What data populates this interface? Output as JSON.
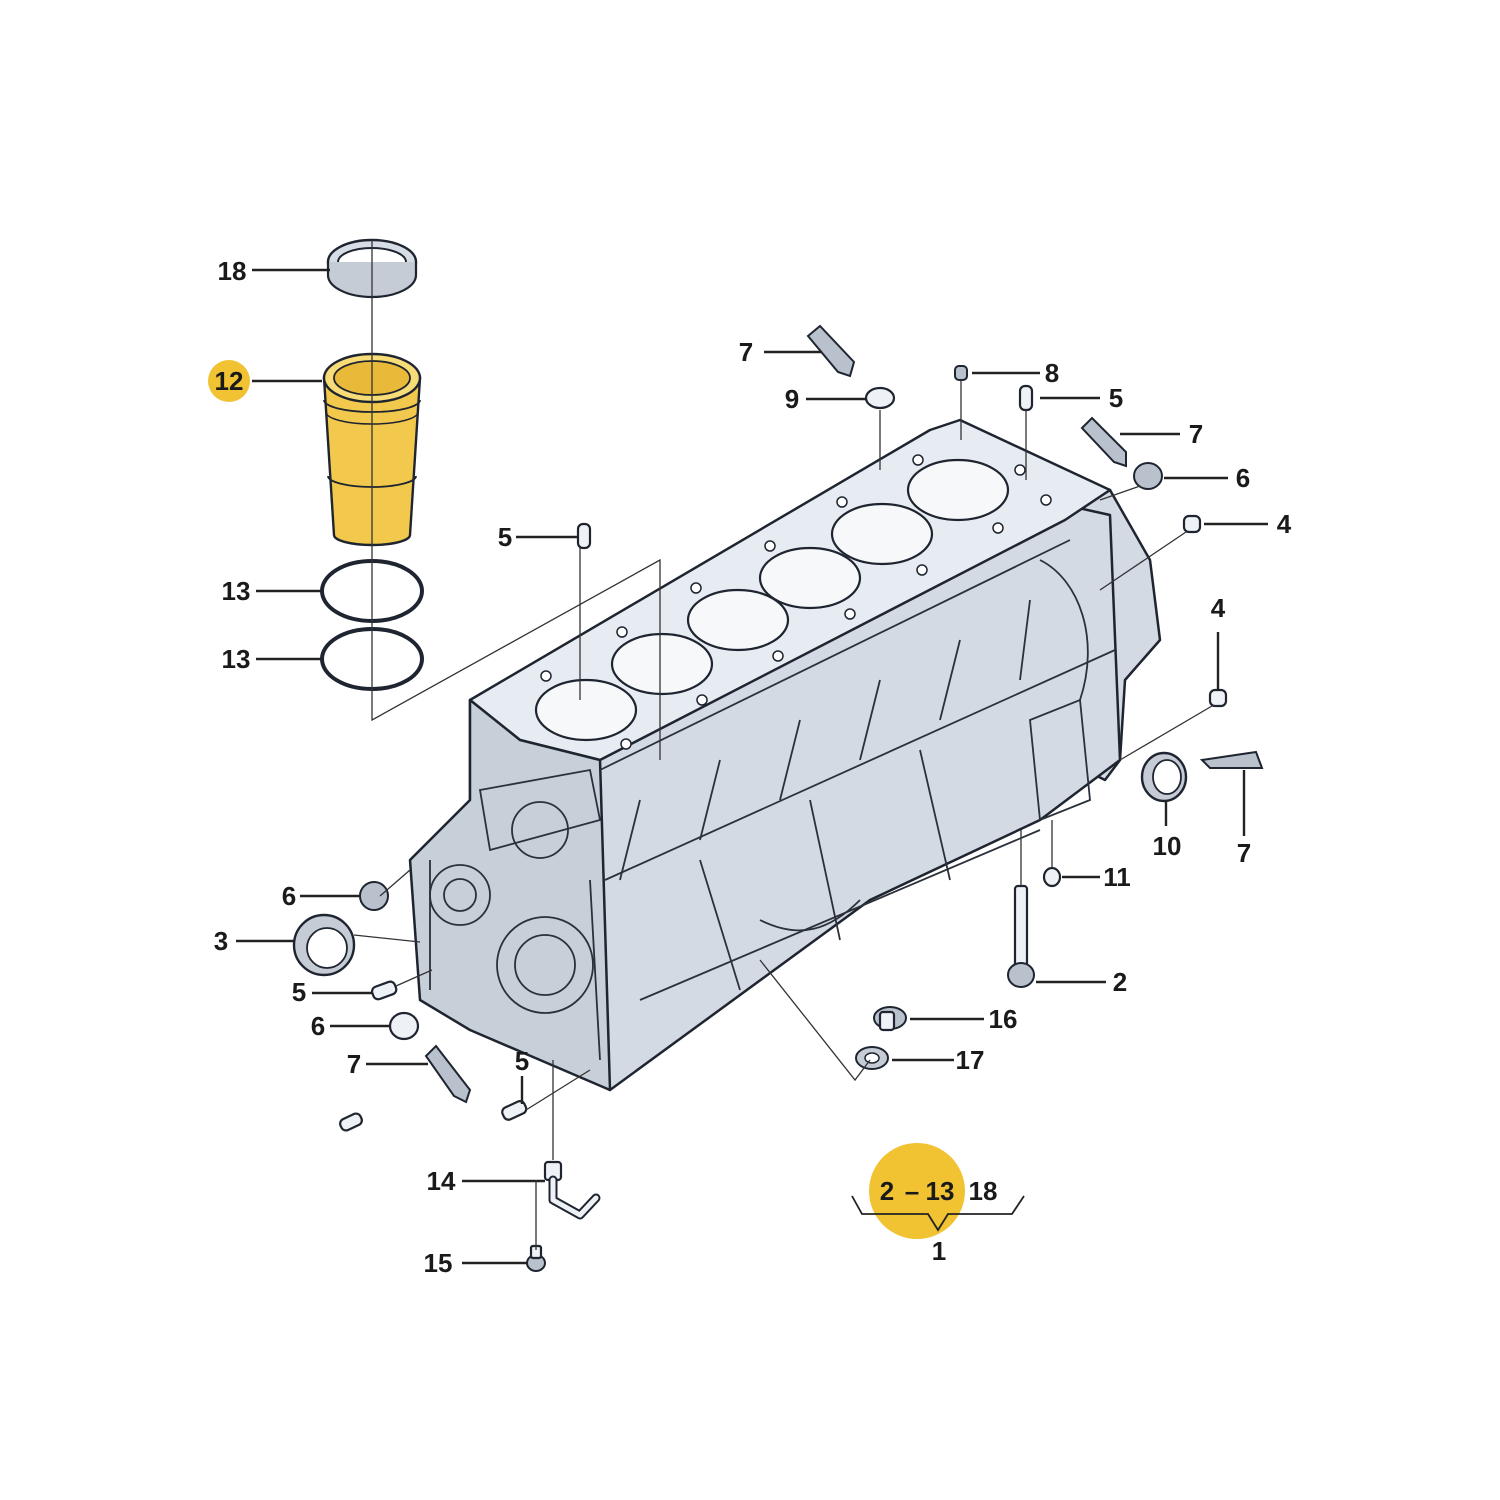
{
  "diagram": {
    "highlight_color": "#f1c232",
    "liner_color": "#f2c94c",
    "block_color": "#d3dae3",
    "callouts": [
      {
        "id": "c18-ring",
        "text": "18"
      },
      {
        "id": "c12-liner",
        "text": "12",
        "highlighted": true
      },
      {
        "id": "c13-upper",
        "text": "13"
      },
      {
        "id": "c13-lower",
        "text": "13"
      },
      {
        "id": "c7-top",
        "text": "7"
      },
      {
        "id": "c9",
        "text": "9"
      },
      {
        "id": "c8",
        "text": "8"
      },
      {
        "id": "c5-top-right",
        "text": "5"
      },
      {
        "id": "c7-right-top",
        "text": "7"
      },
      {
        "id": "c6-right",
        "text": "6"
      },
      {
        "id": "c4-right-top",
        "text": "4"
      },
      {
        "id": "c5-left-top",
        "text": "5"
      },
      {
        "id": "c4-right",
        "text": "4"
      },
      {
        "id": "c10",
        "text": "10"
      },
      {
        "id": "c7-right",
        "text": "7"
      },
      {
        "id": "c11",
        "text": "11"
      },
      {
        "id": "c2",
        "text": "2"
      },
      {
        "id": "c16",
        "text": "16"
      },
      {
        "id": "c17",
        "text": "17"
      },
      {
        "id": "c6-left-top",
        "text": "6"
      },
      {
        "id": "c3",
        "text": "3"
      },
      {
        "id": "c5-left",
        "text": "5"
      },
      {
        "id": "c6-left",
        "text": "6"
      },
      {
        "id": "c7-left",
        "text": "7"
      },
      {
        "id": "c5-bottom",
        "text": "5"
      },
      {
        "id": "c14",
        "text": "14"
      },
      {
        "id": "c15",
        "text": "15"
      }
    ],
    "group_range": {
      "start": "2",
      "dash": "–",
      "end": "13",
      "extra": "18",
      "parent": "1"
    }
  }
}
